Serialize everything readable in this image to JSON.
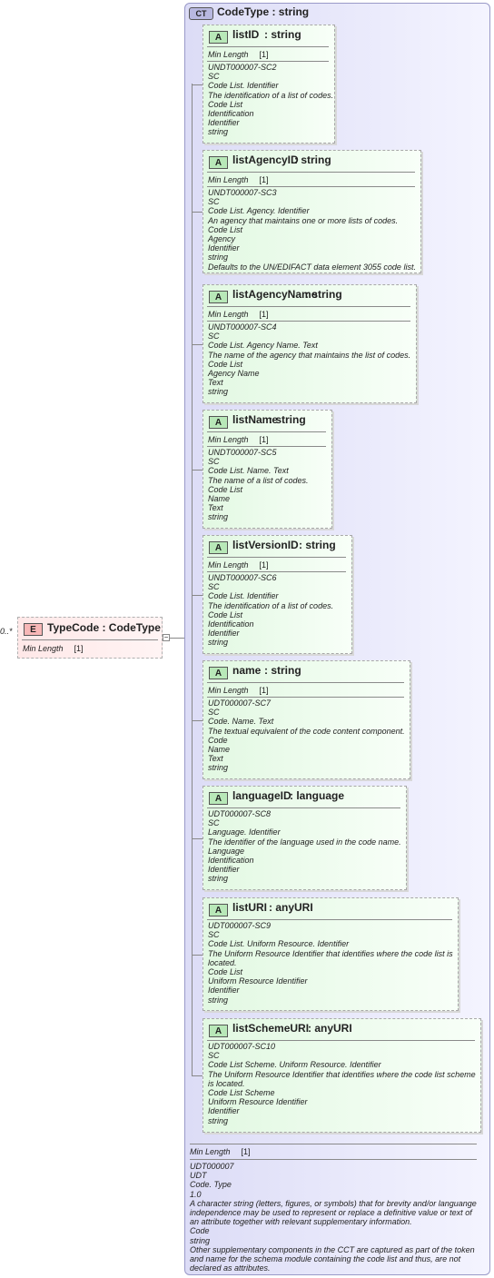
{
  "element": {
    "badge": "E",
    "name": "TypeCode",
    "type": ": CodeType",
    "multiplicity": "0..*",
    "facet_label": "Min Length",
    "facet_value": "[1]"
  },
  "complex_type": {
    "badge": "CT",
    "title": "CodeType : string",
    "facet_label": "Min Length",
    "facet_value": "[1]",
    "doc_lines": [
      "UDT000007",
      "UDT",
      "Code. Type",
      "1.0",
      "A character string (letters, figures, or symbols) that for brevity and/or languange independence may be used to represent or replace a definitive value or text of an attribute together with relevant supplementary information.",
      "Code",
      "string",
      "Other supplementary components in the CCT are captured as part of the token and name for the schema module containing the code list and thus, are not declared as attributes."
    ]
  },
  "attributes": [
    {
      "badge": "A",
      "name": "listID",
      "type": ": string",
      "facet_label": "Min Length",
      "facet_value": "[1]",
      "lines": [
        "UNDT000007-SC2",
        "SC",
        "Code List. Identifier",
        "The identification of a list of codes.",
        "Code List",
        "Identification",
        "Identifier",
        "string"
      ]
    },
    {
      "badge": "A",
      "name": "listAgencyID",
      "type": ": string",
      "facet_label": "Min Length",
      "facet_value": "[1]",
      "lines": [
        "UNDT000007-SC3",
        "SC",
        "Code List. Agency. Identifier",
        "An agency that maintains one or more lists of codes.",
        "Code List",
        "Agency",
        "Identifier",
        "string",
        "Defaults to the UN/EDIFACT data element 3055 code list."
      ]
    },
    {
      "badge": "A",
      "name": "listAgencyName",
      "type": ": string",
      "facet_label": "Min Length",
      "facet_value": "[1]",
      "lines": [
        "UNDT000007-SC4",
        "SC",
        "Code List. Agency Name. Text",
        "The name of the agency that maintains the list of codes.",
        "Code List",
        "Agency Name",
        "Text",
        "string"
      ]
    },
    {
      "badge": "A",
      "name": "listName",
      "type": ": string",
      "facet_label": "Min Length",
      "facet_value": "[1]",
      "lines": [
        "UNDT000007-SC5",
        "SC",
        "Code List. Name. Text",
        "The name of a list of codes.",
        "Code List",
        "Name",
        "Text",
        "string"
      ]
    },
    {
      "badge": "A",
      "name": "listVersionID",
      "type": ": string",
      "facet_label": "Min Length",
      "facet_value": "[1]",
      "lines": [
        "UNDT000007-SC6",
        "SC",
        "Code List. Identifier",
        "The identification of a list of codes.",
        "Code List",
        "Identification",
        "Identifier",
        "string"
      ]
    },
    {
      "badge": "A",
      "name": "name",
      "type": ": string",
      "facet_label": "Min Length",
      "facet_value": "[1]",
      "lines": [
        "UDT000007-SC7",
        "SC",
        "Code. Name. Text",
        "The textual equivalent of the code content component.",
        "Code",
        "Name",
        "Text",
        "string"
      ]
    },
    {
      "badge": "A",
      "name": "languageID",
      "type": ": language",
      "lines": [
        "UDT000007-SC8",
        "SC",
        "Language. Identifier",
        "The identifier of the language used in the code name.",
        "Language",
        "Identification",
        "Identifier",
        "string"
      ]
    },
    {
      "badge": "A",
      "name": "listURI",
      "type": ": anyURI",
      "lines": [
        "UDT000007-SC9",
        "SC",
        "Code List. Uniform Resource. Identifier",
        "The Uniform Resource Identifier that identifies where the code list is",
        "located.",
        "Code List",
        "Uniform Resource Identifier",
        "Identifier",
        "string"
      ]
    },
    {
      "badge": "A",
      "name": "listSchemeURI",
      "type": ": anyURI",
      "lines": [
        "UDT000007-SC10",
        "SC",
        "Code List Scheme. Uniform Resource. Identifier",
        "The Uniform Resource Identifier that identifies where the code list scheme",
        "is located.",
        "Code List Scheme",
        "Uniform Resource Identifier",
        "Identifier",
        "string"
      ]
    }
  ],
  "icons": {
    "collapse": "−"
  }
}
